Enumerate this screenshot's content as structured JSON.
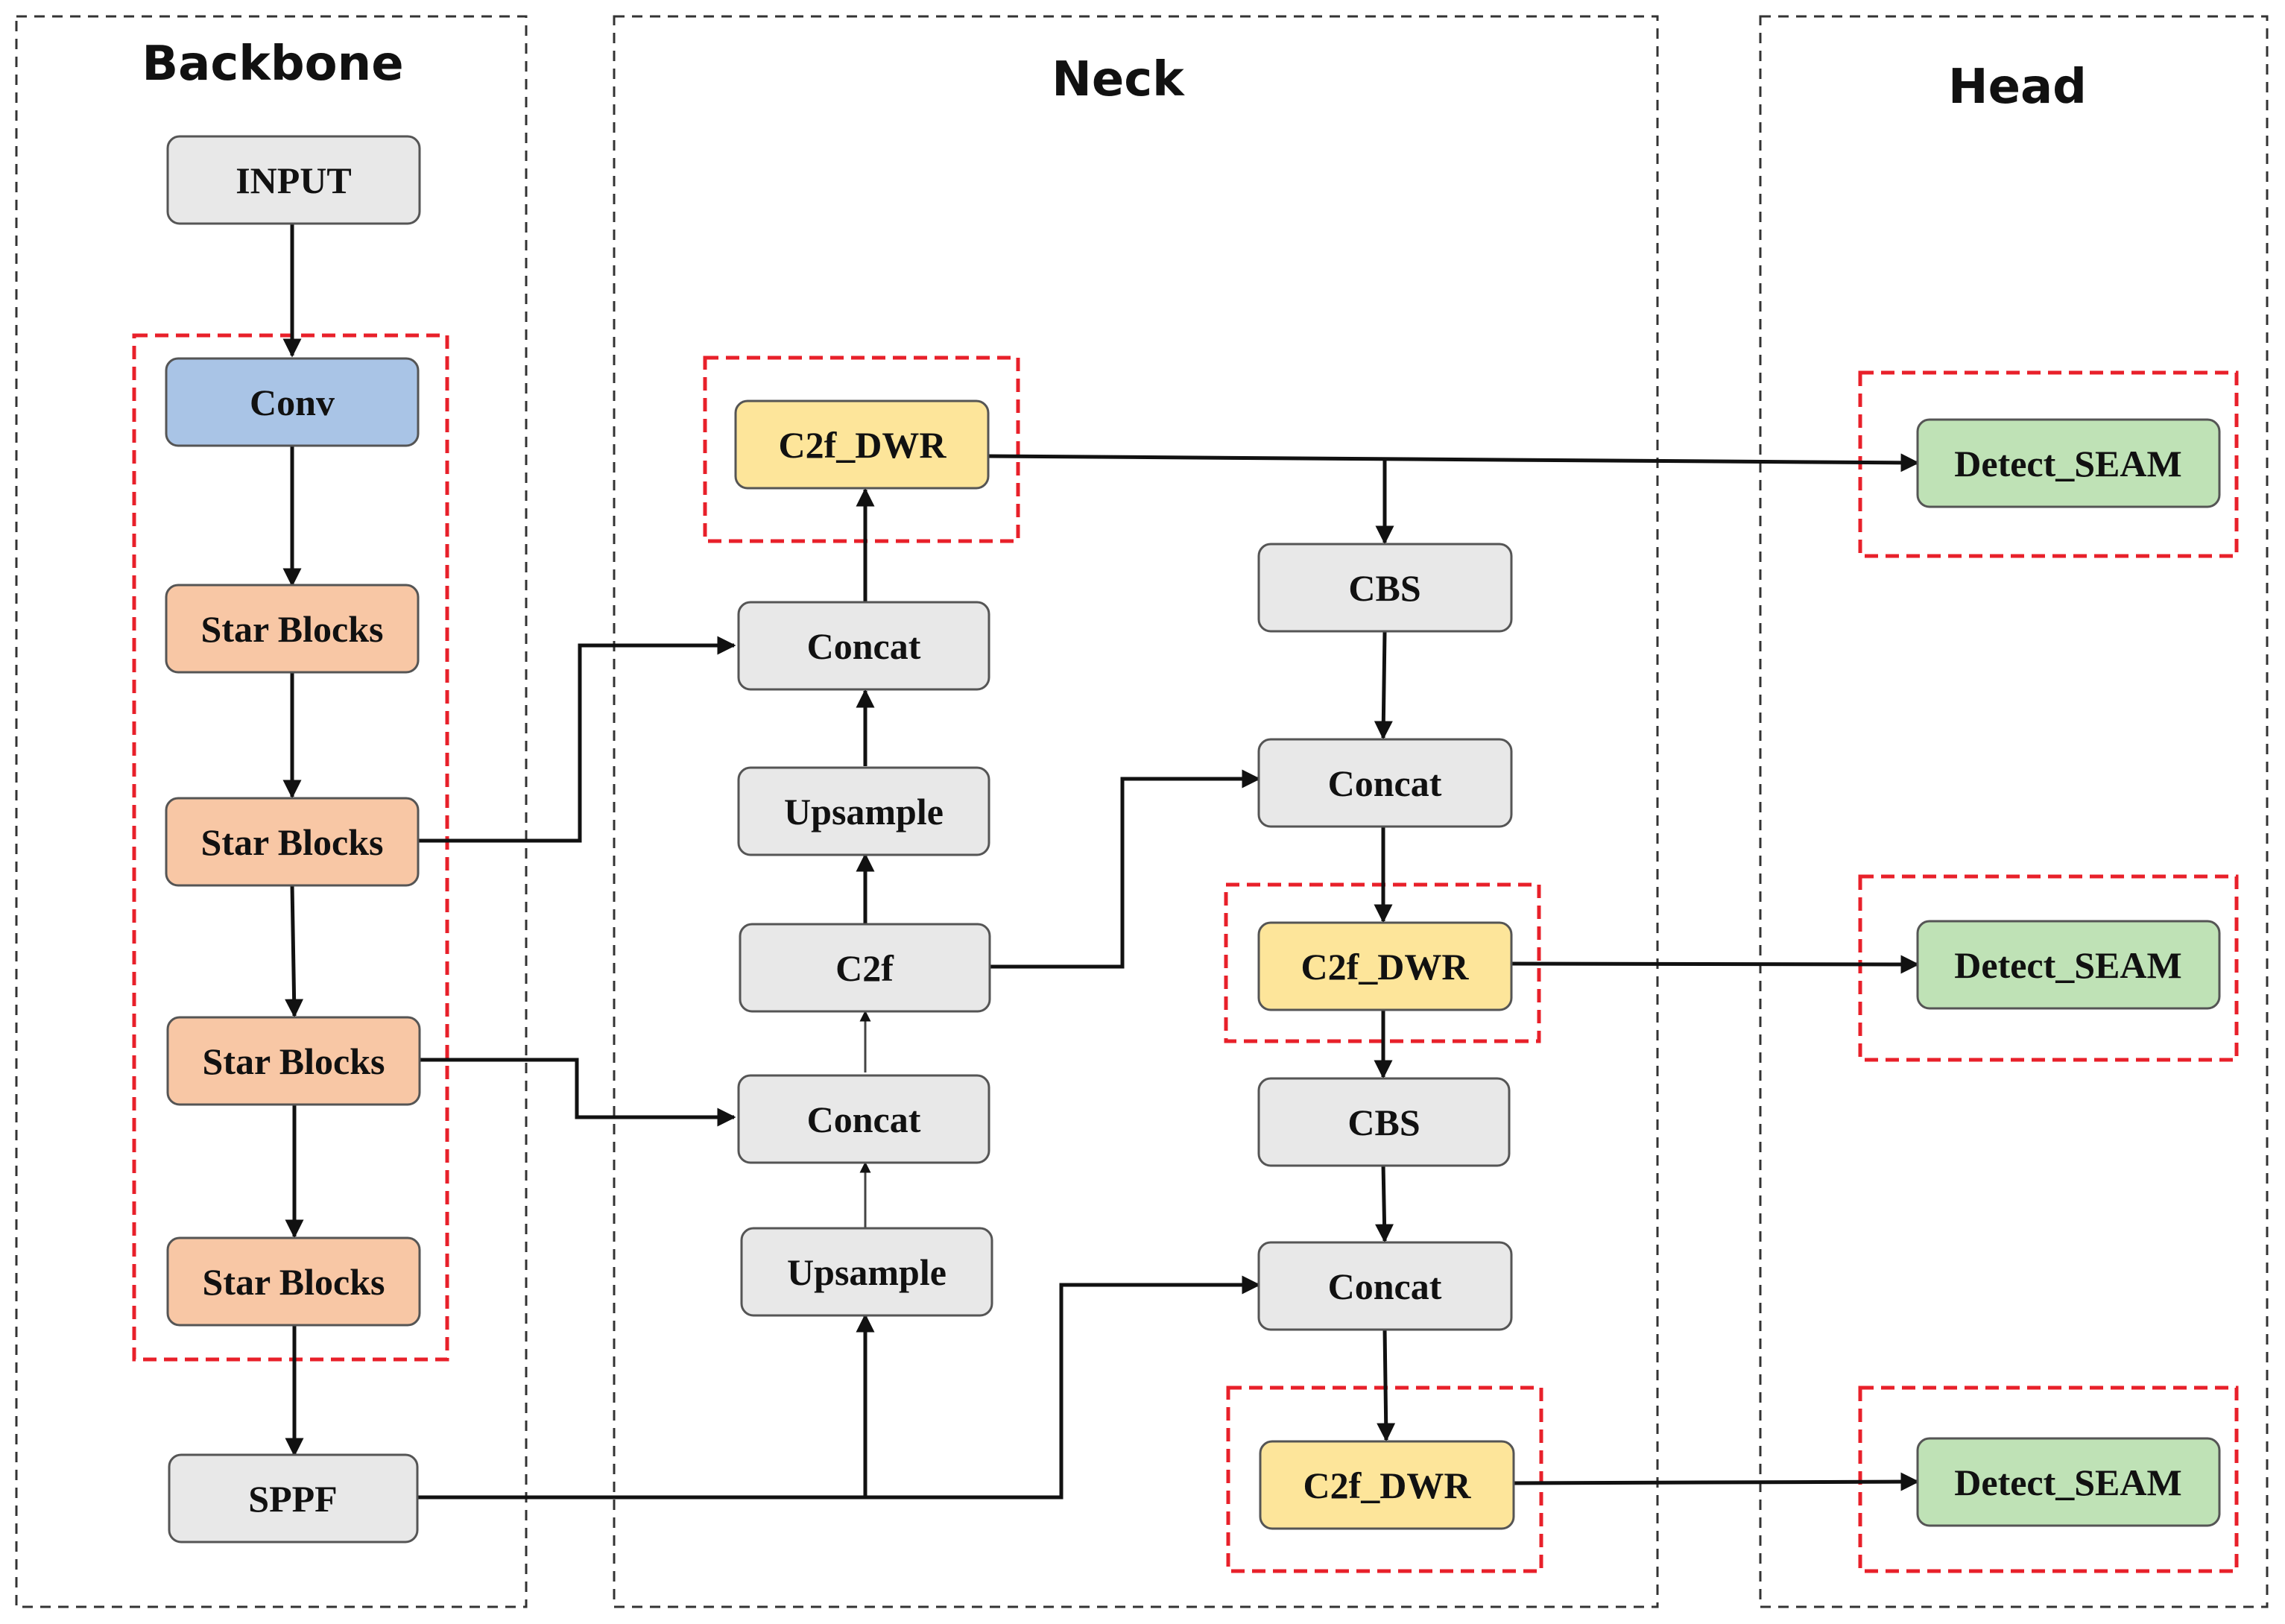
{
  "sections": {
    "backbone": "Backbone",
    "neck": "Neck",
    "head": "Head"
  },
  "colors": {
    "gray": "#e8e8e8",
    "blue": "#a9c4e6",
    "orange": "#f8c7a5",
    "yellow": "#fde59a",
    "green": "#bfe2b6",
    "highlight_border": "#e8202a",
    "edge": "#111111"
  },
  "nodes": {
    "input": "INPUT",
    "conv": "Conv",
    "star_blocks_1": "Star Blocks",
    "star_blocks_2": "Star Blocks",
    "star_blocks_3": "Star Blocks",
    "star_blocks_4": "Star Blocks",
    "sppf": "SPPF",
    "c2f_dwr_top": "C2f_DWR",
    "concat_top": "Concat",
    "upsample_top": "Upsample",
    "c2f": "C2f",
    "concat_mid": "Concat",
    "upsample_bottom": "Upsample",
    "cbs_1": "CBS",
    "concat_r1": "Concat",
    "c2f_dwr_mid": "C2f_DWR",
    "cbs_2": "CBS",
    "concat_r2": "Concat",
    "c2f_dwr_bottom": "C2f_DWR",
    "detect_seam_1": "Detect_SEAM",
    "detect_seam_2": "Detect_SEAM",
    "detect_seam_3": "Detect_SEAM"
  }
}
